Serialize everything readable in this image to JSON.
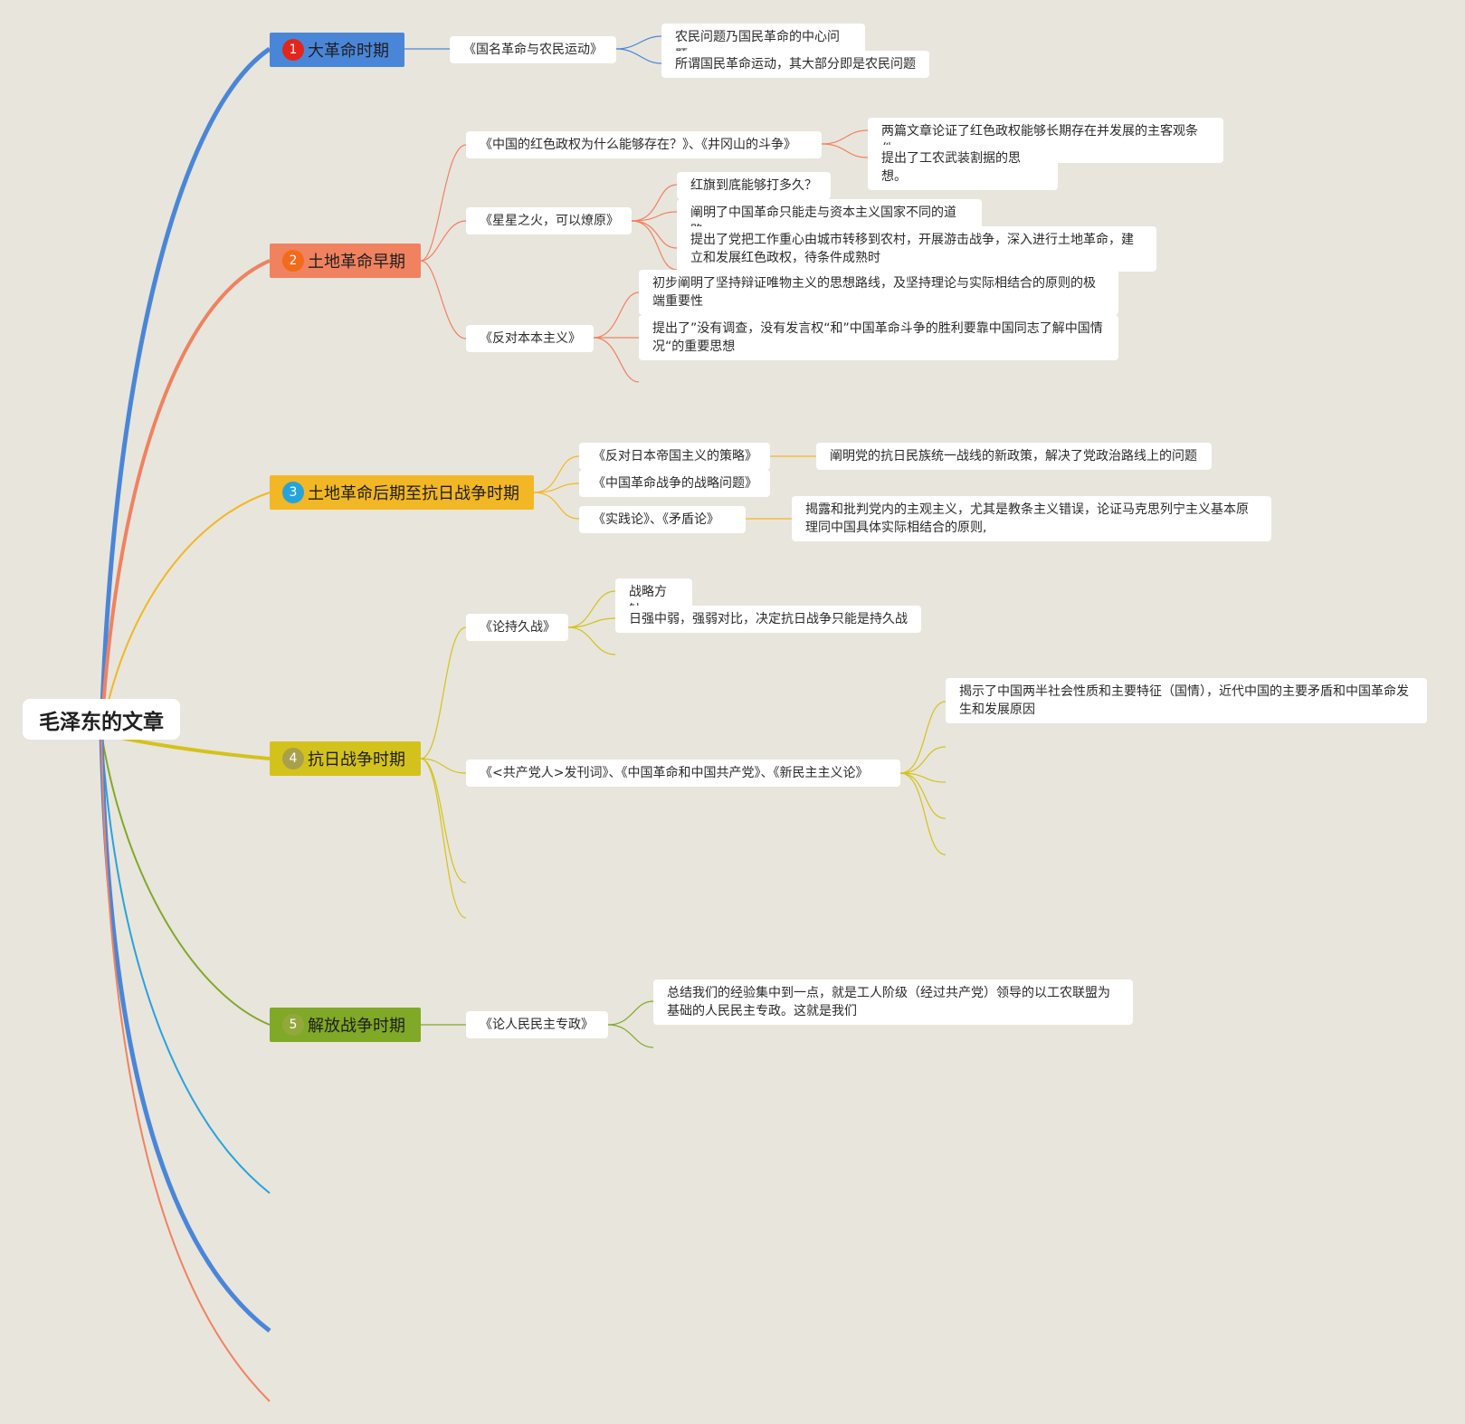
{
  "root": {
    "label": "毛泽东的文章"
  },
  "colors": {
    "background": "#e8e5dd",
    "branch1": "#4a86d8",
    "branch2": "#f0825f",
    "branch3": "#f2b724",
    "branch4": "#d4c21c",
    "branch5": "#7fa926",
    "badge1": "#e2261b",
    "badge2": "#f26a1b",
    "badge3": "#27a3dc",
    "badge4": "#a8a04a",
    "badge5": "#93a83c"
  },
  "branches": [
    {
      "number": "1",
      "label": "大革命时期"
    },
    {
      "number": "2",
      "label": "土地革命早期"
    },
    {
      "number": "3",
      "label": "土地革命后期至抗日战争时期"
    },
    {
      "number": "4",
      "label": "抗日战争时期"
    },
    {
      "number": "5",
      "label": "解放战争时期"
    }
  ],
  "articles": {
    "b1_a1": "《国名革命与农民运动》",
    "b2_a1": "《中国的红色政权为什么能够存在？》、《井冈山的斗争》",
    "b2_a2": "《星星之火，可以燎原》",
    "b2_a3": "《反对本本主义》",
    "b3_a1": "《反对日本帝国主义的策略》",
    "b3_a2": "《中国革命战争的战略问题》",
    "b3_a3": "《实践论》、《矛盾论》",
    "b4_a1": "《论持久战》",
    "b4_a2": "《<共产党人>发刊词》、《中国革命和中国共产党》、《新民主主义论》",
    "b5_a1": "《论人民民主专政》"
  },
  "notes": {
    "b1_n1": "农民问题乃国民革命的中心问题",
    "b1_n2": "所谓国民革命运动，其大部分即是农民问题",
    "b2_n1": "两篇文章论证了红色政权能够长期存在并发展的主客观条件",
    "b2_n2": "提出了工农武装割据的思想。",
    "b2_n3": "红旗到底能够打多久？",
    "b2_n4": "阐明了中国革命只能走与资本主义国家不同的道路",
    "b2_n5": "提出了党把工作重心由城市转移到农村，开展游击战争，深入进行土地革命，建立和发展红色政权，待条件成熟时",
    "b2_n6": "初步阐明了坚持辩证唯物主义的思想路线，及坚持理论与实际相结合的原则的极端重要性",
    "b2_n7": "提出了”没有调查，没有发言权“和”中国革命斗争的胜利要靠中国同志了解中国情况“的重要思想",
    "b3_n1": "阐明党的抗日民族统一战线的新政策，解决了党政治路线上的问题",
    "b3_n2": "揭露和批判党内的主观主义，尤其是教条主义错误，论证马克思列宁主义基本原理同中国具体实际相结合的原则,",
    "b4_n1": "战略方针",
    "b4_n2": "日强中弱，强弱对比，决定抗日战争只能是持久战",
    "b4_n3": "揭示了中国两半社会性质和主要特征（国情），近代中国的主要矛盾和中国革命发生和发展原因",
    "b5_n1": "总结我们的经验集中到一点，就是工人阶级（经过共产党）领导的以工农联盟为基础的人民民主专政。这就是我们"
  }
}
